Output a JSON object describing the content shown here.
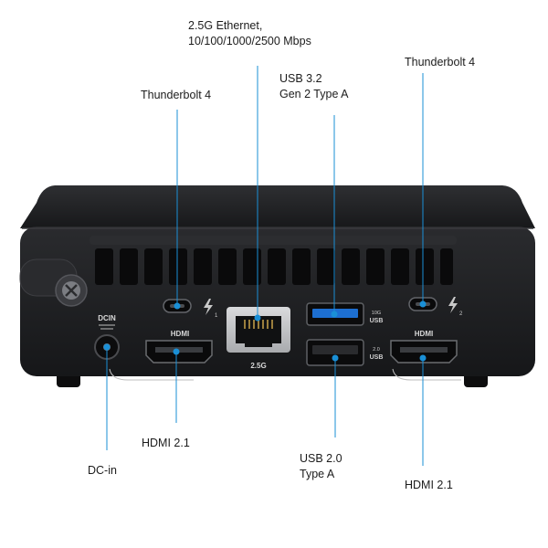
{
  "callouts": {
    "eth_line1": "2.5G Ethernet,",
    "eth_line2": "10/100/1000/2500 Mbps",
    "tb_left": "Thunderbolt 4",
    "usb32_line1": "USB 3.2",
    "usb32_line2": "Gen 2 Type A",
    "tb_right": "Thunderbolt 4",
    "hdmi_left": "HDMI 2.1",
    "dcin": "DC-in",
    "usb20_line1": "USB 2.0",
    "usb20_line2": "Type A",
    "hdmi_right": "HDMI 2.1"
  },
  "device": {
    "dcin_label": "DCIN",
    "hdmi_left_label": "HDMI",
    "hdmi_right_label": "HDMI",
    "eth_label": "2.5G",
    "usb_top_speed": "10G",
    "usb_top_type": "USB",
    "usb_bottom_speed": "2.0",
    "usb_bottom_type": "USB",
    "tb_left_index": "1",
    "tb_right_index": "2"
  },
  "colors": {
    "leader_line": "#1a8fd6",
    "usb3_blue": "#1d6fd1",
    "chassis": "#1f2022",
    "label_text": "#1c1c1c"
  }
}
